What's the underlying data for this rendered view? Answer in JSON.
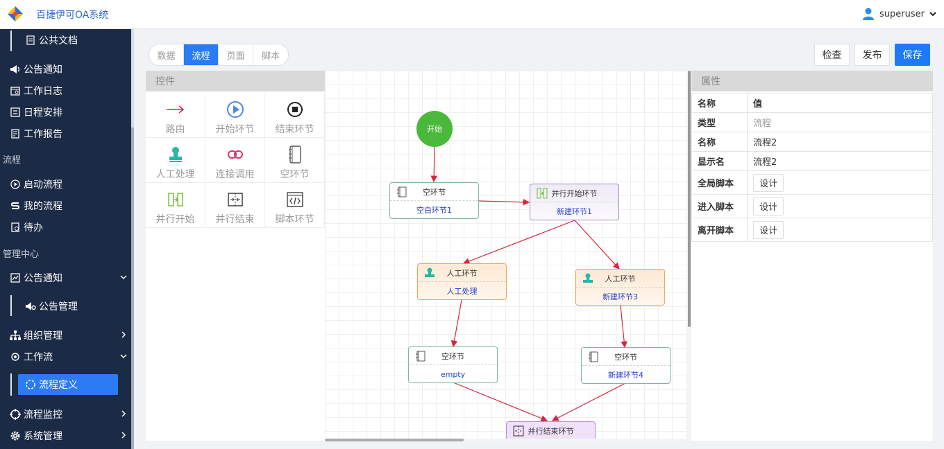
{
  "header": {
    "app_title": "百捷伊可OA系统",
    "username": "superuser"
  },
  "sidebar": {
    "items": [
      {
        "label": "公共文档",
        "icon": "document-icon"
      },
      {
        "label": "公告通知",
        "icon": "megaphone-icon"
      },
      {
        "label": "工作日志",
        "icon": "calendar-icon"
      },
      {
        "label": "日程安排",
        "icon": "list-icon"
      },
      {
        "label": "工作报告",
        "icon": "report-icon"
      },
      {
        "label": "启动流程",
        "icon": "play-circle-icon"
      },
      {
        "label": "我的流程",
        "icon": "s-icon"
      },
      {
        "label": "待办",
        "icon": "todo-icon"
      },
      {
        "label": "公告通知",
        "icon": "chart-icon"
      },
      {
        "label": "公告管理",
        "icon": "speaker-settings-icon"
      },
      {
        "label": "组织管理",
        "icon": "org-icon"
      },
      {
        "label": "工作流",
        "icon": "workflow-icon"
      },
      {
        "label": "流程定义",
        "icon": "spinner-icon"
      },
      {
        "label": "流程监控",
        "icon": "crosshair-icon"
      },
      {
        "label": "系统管理",
        "icon": "gear-icon"
      }
    ],
    "groups": {
      "workflow": "流程",
      "admin": "管理中心"
    }
  },
  "toolbar": {
    "tabs": [
      "数据",
      "流程",
      "页面",
      "脚本"
    ],
    "active_tab": "流程",
    "check_label": "检查",
    "publish_label": "发布",
    "save_label": "保存"
  },
  "controls": {
    "title": "控件",
    "items": [
      {
        "label": "路由",
        "icon": "arrow-right-icon"
      },
      {
        "label": "开始环节",
        "icon": "play-icon"
      },
      {
        "label": "结束环节",
        "icon": "stop-icon"
      },
      {
        "label": "人工处理",
        "icon": "stamp-icon"
      },
      {
        "label": "连接调用",
        "icon": "link-icon"
      },
      {
        "label": "空环节",
        "icon": "notebook-icon"
      },
      {
        "label": "并行开始",
        "icon": "parallel-start-icon"
      },
      {
        "label": "并行结束",
        "icon": "parallel-end-icon"
      },
      {
        "label": "脚本环节",
        "icon": "code-icon"
      }
    ]
  },
  "flow": {
    "start_label": "开始",
    "nodes": [
      {
        "type": "空环节",
        "name": "空白环节1"
      },
      {
        "type": "并行开始环节",
        "name": "新建环节1"
      },
      {
        "type": "人工环节",
        "name": "人工处理"
      },
      {
        "type": "人工环节",
        "name": "新建环节3"
      },
      {
        "type": "空环节",
        "name": "empty"
      },
      {
        "type": "空环节",
        "name": "新建环节4"
      },
      {
        "type": "并行结束环节",
        "name": ""
      }
    ]
  },
  "properties": {
    "title": "属性",
    "header_key": "名称",
    "header_value": "值",
    "rows": [
      {
        "key": "类型",
        "value": "流程"
      },
      {
        "key": "名称",
        "value": "流程2"
      },
      {
        "key": "显示名",
        "value": "流程2"
      }
    ],
    "script_rows": [
      {
        "key": "全局脚本",
        "button": "设计"
      },
      {
        "key": "进入脚本",
        "button": "设计"
      },
      {
        "key": "离开脚本",
        "button": "设计"
      }
    ]
  },
  "colors": {
    "sidebar_bg": "#1b2a45",
    "accent": "#2b7bf5",
    "start_node": "#4ab83a",
    "edge": "#d9243d"
  }
}
